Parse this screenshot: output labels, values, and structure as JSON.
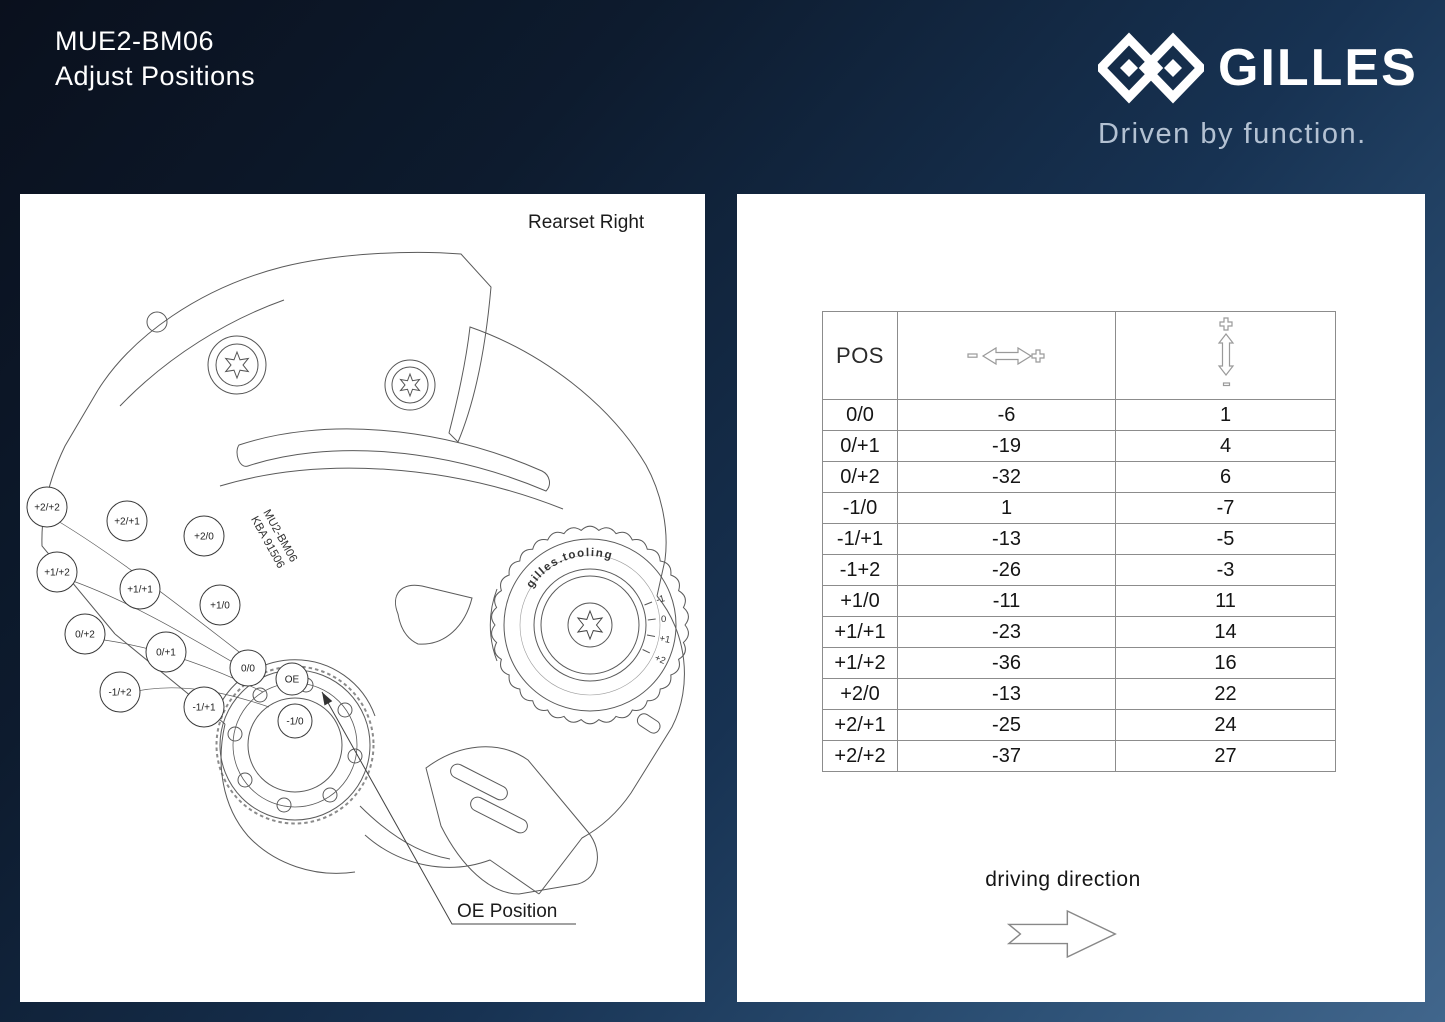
{
  "header": {
    "model": "MUE2-BM06",
    "subtitle": "Adjust Positions",
    "brand": "GILLES",
    "tagline": "Driven by function."
  },
  "colors": {
    "background_dark": "#0a101d",
    "background_light": "#41668c",
    "panel": "#ffffff",
    "brand_text": "#ffffff"
  },
  "left_panel": {
    "title": "Rearset Right",
    "part_code_line1": "MU2-BM06",
    "part_code_line2": "KBA 91506",
    "dial_brand": "gilles.tooling",
    "dial_marks": [
      "-1",
      "0",
      "+1",
      "+2"
    ],
    "positions": [
      {
        "label": "+2/+2"
      },
      {
        "label": "+2/+1"
      },
      {
        "label": "+2/0"
      },
      {
        "label": "+1/+2"
      },
      {
        "label": "+1/+1"
      },
      {
        "label": "+1/0"
      },
      {
        "label": "0/+2"
      },
      {
        "label": "0/+1"
      },
      {
        "label": "-1/+2"
      },
      {
        "label": "-1/+1"
      },
      {
        "label": "0/0"
      },
      {
        "label": "OE"
      },
      {
        "label": "-1/0"
      }
    ],
    "oe_label": "OE Position"
  },
  "table": {
    "headers": {
      "pos": "POS",
      "x_icon": "horizontal-minus-arrow-plus-icon",
      "y_icon": "vertical-plus-arrow-minus-icon"
    },
    "rows": [
      {
        "pos": "0/0",
        "x": "-6",
        "y": "1"
      },
      {
        "pos": "0/+1",
        "x": "-19",
        "y": "4"
      },
      {
        "pos": "0/+2",
        "x": "-32",
        "y": "6"
      },
      {
        "pos": "-1/0",
        "x": "1",
        "y": "-7"
      },
      {
        "pos": "-1/+1",
        "x": "-13",
        "y": "-5"
      },
      {
        "pos": "-1+2",
        "x": "-26",
        "y": "-3"
      },
      {
        "pos": "+1/0",
        "x": "-11",
        "y": "11"
      },
      {
        "pos": "+1/+1",
        "x": "-23",
        "y": "14"
      },
      {
        "pos": "+1/+2",
        "x": "-36",
        "y": "16"
      },
      {
        "pos": "+2/0",
        "x": "-13",
        "y": "22"
      },
      {
        "pos": "+2/+1",
        "x": "-25",
        "y": "24"
      },
      {
        "pos": "+2/+2",
        "x": "-37",
        "y": "27"
      }
    ]
  },
  "driving": {
    "label": "driving direction",
    "arrow_icon": "right-block-arrow-icon"
  }
}
